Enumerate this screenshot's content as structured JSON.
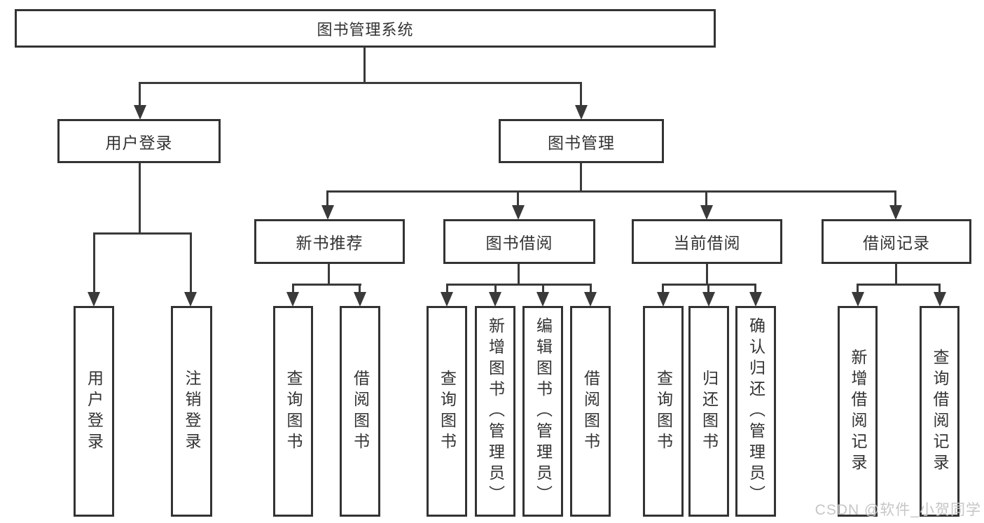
{
  "tree": {
    "root_label": "图书管理系统",
    "branches": [
      {
        "label": "用户登录",
        "children": [
          "用户登录",
          "注销登录"
        ]
      },
      {
        "label": "图书管理",
        "groups": [
          {
            "label": "新书推荐",
            "children": [
              "查询图书",
              "借阅图书"
            ]
          },
          {
            "label": "图书借阅",
            "children": [
              "查询图书",
              "新增图书（管理员）",
              "编辑图书（管理员）",
              "借阅图书"
            ]
          },
          {
            "label": "当前借阅",
            "children": [
              "查询图书",
              "归还图书",
              "确认归还（管理员）"
            ]
          },
          {
            "label": "借阅记录",
            "children": [
              "新增借阅记录",
              "查询借阅记录"
            ]
          }
        ]
      }
    ]
  },
  "watermark": "CSDN @软件_小贺同学",
  "colors": {
    "line": "#3a3a3a",
    "box_border": "#333333",
    "text": "#333333",
    "watermark": "#c6c6c6",
    "background": "#ffffff"
  }
}
